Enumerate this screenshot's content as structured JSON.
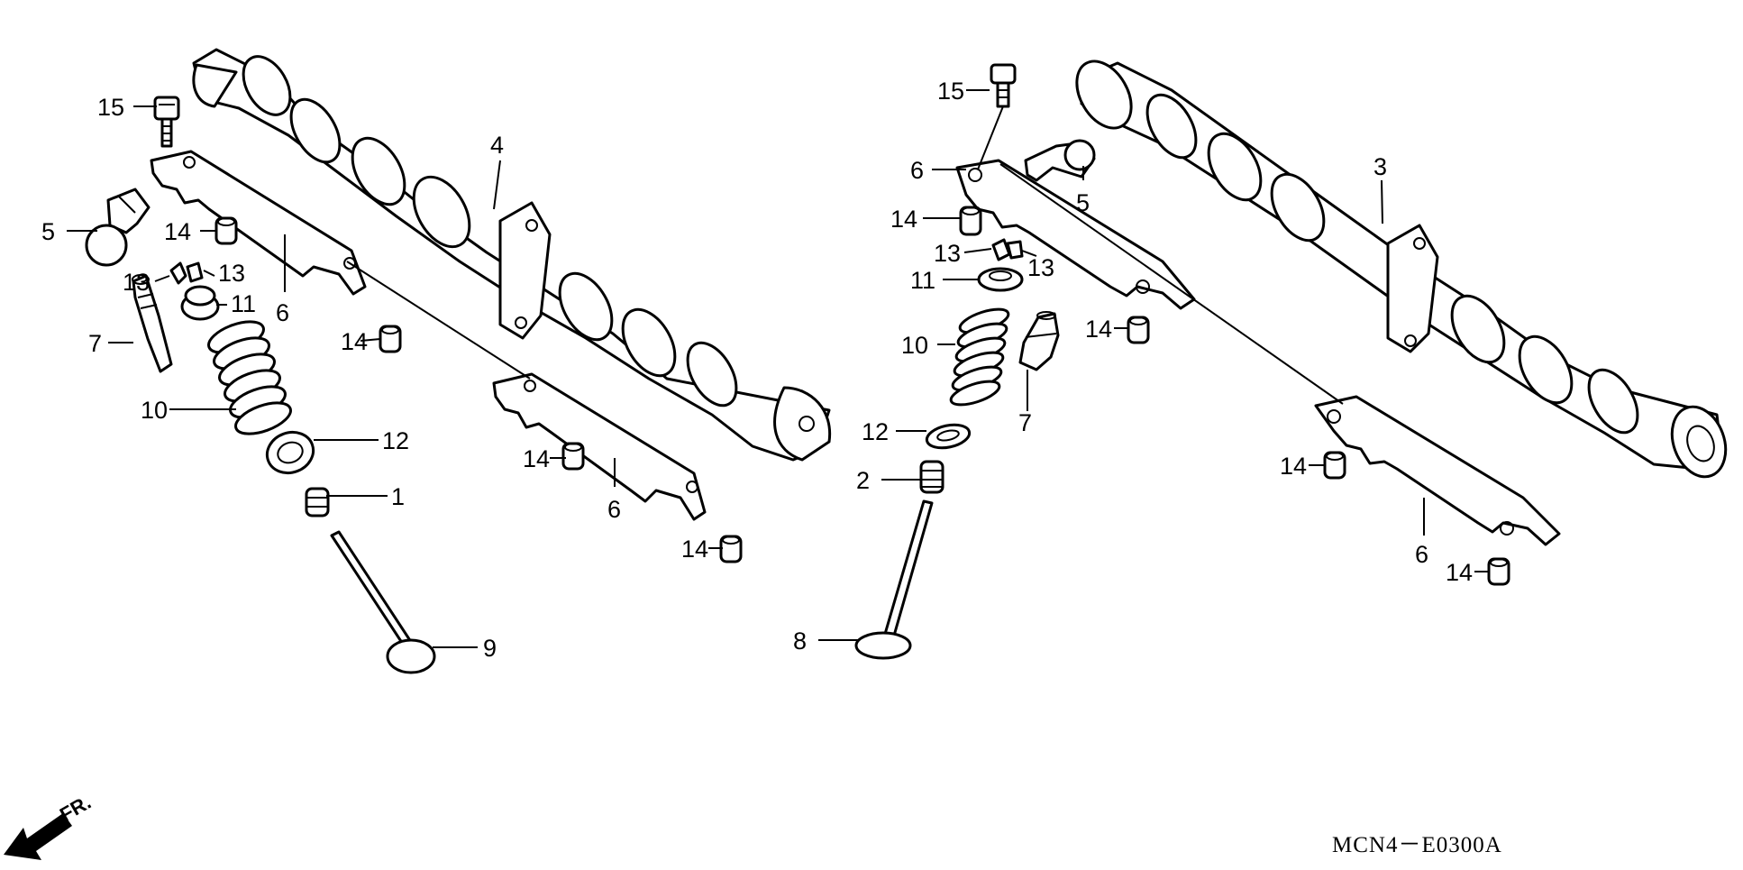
{
  "callouts": {
    "left_15": "15",
    "left_5": "5",
    "left_14a": "14",
    "left_13a": "13",
    "left_13b": "13",
    "left_11": "11",
    "left_6a": "6",
    "left_14b": "14",
    "left_7": "7",
    "left_10": "10",
    "left_12": "12",
    "left_1": "1",
    "left_9": "9",
    "left_4": "4",
    "left_14c": "14",
    "left_6b": "6",
    "left_14d": "14",
    "right_15": "15",
    "right_6a": "6",
    "right_5": "5",
    "right_14a": "14",
    "right_13a": "13",
    "right_13b": "13",
    "right_11": "11",
    "right_10": "10",
    "right_7": "7",
    "right_14b": "14",
    "right_12": "12",
    "right_2": "2",
    "right_8": "8",
    "right_3": "3",
    "right_14c": "14",
    "right_6b": "6",
    "right_14d": "14"
  },
  "front_label": "FR.",
  "diagram_code": "MCN4－E0300A"
}
